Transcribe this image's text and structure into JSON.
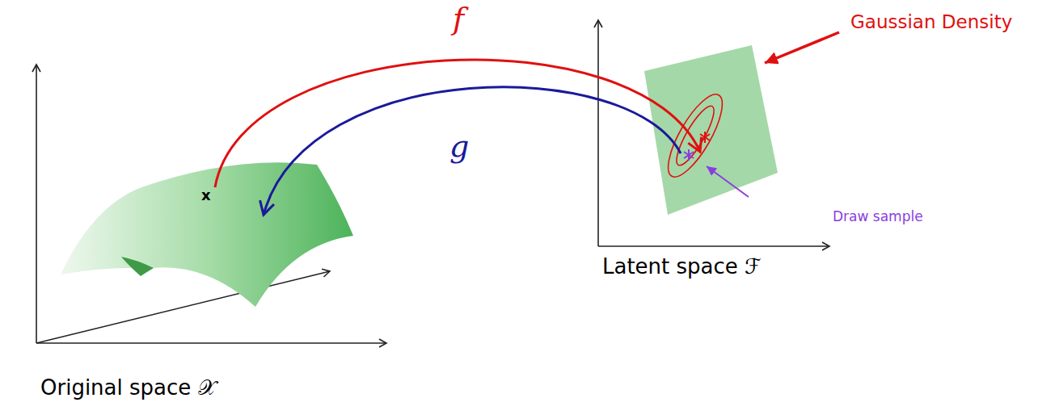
{
  "diagram": {
    "labels": [
      "f",
      "g",
      "x",
      "Gaussian Density",
      "Draw sample",
      "Latent space ℱ",
      "Original space 𝒳"
    ]
  }
}
